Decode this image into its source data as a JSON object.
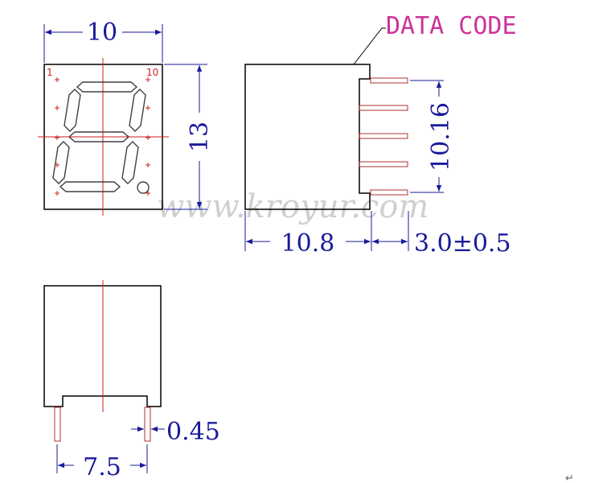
{
  "colors": {
    "outline": "#000000",
    "dimension": "#1a1a9a",
    "centerline": "#cc2222",
    "pin": "#b03030",
    "segment": "#404040",
    "label": "#cc3399",
    "watermark": "#cfcfcf"
  },
  "labels": {
    "data_code": "DATA CODE",
    "watermark": "www.kroyur.com",
    "return_mark": "↵"
  },
  "front_view": {
    "pin1": "1",
    "pin10": "10"
  },
  "dimensions": {
    "width": "10",
    "height": "13",
    "depth": "10.8",
    "pin_length": "3.0±0.5",
    "pin_span": "10.16",
    "pin_pitch": "7.5",
    "pin_diameter": "0.45"
  }
}
